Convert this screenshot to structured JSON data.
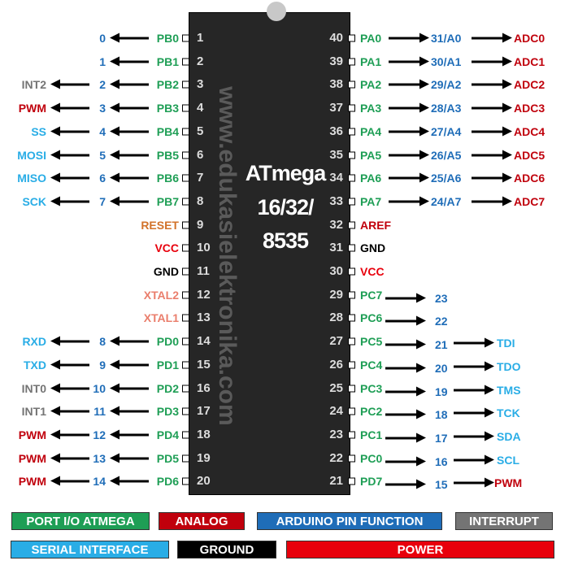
{
  "chip": {
    "title1": "ATmega",
    "title2": "16/32/",
    "title3": "8535",
    "watermark": "www.edukasielektronika.com"
  },
  "colors": {
    "port": "#1e9e55",
    "analog": "#c0000c",
    "arduino": "#1f6db8",
    "interrupt": "#747474",
    "serial": "#29ade6",
    "ground": "#000000",
    "power": "#e8000c",
    "reset": "#d2722a",
    "xtal": "#ea7e6c"
  },
  "left_pins": [
    {
      "pin": "1",
      "port": "PB0",
      "arduino": "0",
      "func": "",
      "cat": "port"
    },
    {
      "pin": "2",
      "port": "PB1",
      "arduino": "1",
      "func": "",
      "cat": "port"
    },
    {
      "pin": "3",
      "port": "PB2",
      "arduino": "2",
      "func": "INT2",
      "fcat": "interrupt",
      "cat": "port"
    },
    {
      "pin": "4",
      "port": "PB3",
      "arduino": "3",
      "func": "PWM",
      "fcat": "analog",
      "cat": "port"
    },
    {
      "pin": "5",
      "port": "PB4",
      "arduino": "4",
      "func": "SS",
      "fcat": "serial",
      "cat": "port"
    },
    {
      "pin": "6",
      "port": "PB5",
      "arduino": "5",
      "func": "MOSI",
      "fcat": "serial",
      "cat": "port"
    },
    {
      "pin": "7",
      "port": "PB6",
      "arduino": "6",
      "func": "MISO",
      "fcat": "serial",
      "cat": "port"
    },
    {
      "pin": "8",
      "port": "PB7",
      "arduino": "7",
      "func": "SCK",
      "fcat": "serial",
      "cat": "port"
    },
    {
      "pin": "9",
      "port": "RESET",
      "arduino": "",
      "func": "",
      "cat": "reset"
    },
    {
      "pin": "10",
      "port": "VCC",
      "arduino": "",
      "func": "",
      "cat": "power"
    },
    {
      "pin": "11",
      "port": "GND",
      "arduino": "",
      "func": "",
      "cat": "ground"
    },
    {
      "pin": "12",
      "port": "XTAL2",
      "arduino": "",
      "func": "",
      "cat": "xtal"
    },
    {
      "pin": "13",
      "port": "XTAL1",
      "arduino": "",
      "func": "",
      "cat": "xtal"
    },
    {
      "pin": "14",
      "port": "PD0",
      "arduino": "8",
      "func": "RXD",
      "fcat": "serial",
      "cat": "port"
    },
    {
      "pin": "15",
      "port": "PD1",
      "arduino": "9",
      "func": "TXD",
      "fcat": "serial",
      "cat": "port"
    },
    {
      "pin": "16",
      "port": "PD2",
      "arduino": "10",
      "func": "INT0",
      "fcat": "interrupt",
      "cat": "port"
    },
    {
      "pin": "17",
      "port": "PD3",
      "arduino": "11",
      "func": "INT1",
      "fcat": "interrupt",
      "cat": "port"
    },
    {
      "pin": "18",
      "port": "PD4",
      "arduino": "12",
      "func": "PWM",
      "fcat": "analog",
      "cat": "port"
    },
    {
      "pin": "19",
      "port": "PD5",
      "arduino": "13",
      "func": "PWM",
      "fcat": "analog",
      "cat": "port"
    },
    {
      "pin": "20",
      "port": "PD6",
      "arduino": "14",
      "func": "PWM",
      "fcat": "analog",
      "cat": "port"
    }
  ],
  "right_pins": [
    {
      "pin": "40",
      "port": "PA0",
      "arduino": "31/A0",
      "func": "ADC0",
      "fcat": "analog",
      "cat": "port"
    },
    {
      "pin": "39",
      "port": "PA1",
      "arduino": "30/A1",
      "func": "ADC1",
      "fcat": "analog",
      "cat": "port"
    },
    {
      "pin": "38",
      "port": "PA2",
      "arduino": "29/A2",
      "func": "ADC2",
      "fcat": "analog",
      "cat": "port"
    },
    {
      "pin": "37",
      "port": "PA3",
      "arduino": "28/A3",
      "func": "ADC3",
      "fcat": "analog",
      "cat": "port"
    },
    {
      "pin": "36",
      "port": "PA4",
      "arduino": "27/A4",
      "func": "ADC4",
      "fcat": "analog",
      "cat": "port"
    },
    {
      "pin": "35",
      "port": "PA5",
      "arduino": "26/A5",
      "func": "ADC5",
      "fcat": "analog",
      "cat": "port"
    },
    {
      "pin": "34",
      "port": "PA6",
      "arduino": "25/A6",
      "func": "ADC6",
      "fcat": "analog",
      "cat": "port"
    },
    {
      "pin": "33",
      "port": "PA7",
      "arduino": "24/A7",
      "func": "ADC7",
      "fcat": "analog",
      "cat": "port"
    },
    {
      "pin": "32",
      "port": "AREF",
      "arduino": "",
      "func": "",
      "cat": "analog"
    },
    {
      "pin": "31",
      "port": "GND",
      "arduino": "",
      "func": "",
      "cat": "ground"
    },
    {
      "pin": "30",
      "port": "VCC",
      "arduino": "",
      "func": "",
      "cat": "power"
    },
    {
      "pin": "29",
      "port": "PC7",
      "arduino": "23",
      "func": "",
      "cat": "port"
    },
    {
      "pin": "28",
      "port": "PC6",
      "arduino": "22",
      "func": "",
      "cat": "port"
    },
    {
      "pin": "27",
      "port": "PC5",
      "arduino": "21",
      "func": "TDI",
      "fcat": "serial",
      "cat": "port"
    },
    {
      "pin": "26",
      "port": "PC4",
      "arduino": "20",
      "func": "TDO",
      "fcat": "serial",
      "cat": "port"
    },
    {
      "pin": "25",
      "port": "PC3",
      "arduino": "19",
      "func": "TMS",
      "fcat": "serial",
      "cat": "port"
    },
    {
      "pin": "24",
      "port": "PC2",
      "arduino": "18",
      "func": "TCK",
      "fcat": "serial",
      "cat": "port"
    },
    {
      "pin": "23",
      "port": "PC1",
      "arduino": "17",
      "func": "SDA",
      "fcat": "serial",
      "cat": "port"
    },
    {
      "pin": "22",
      "port": "PC0",
      "arduino": "16",
      "func": "SCL",
      "fcat": "serial",
      "cat": "port"
    },
    {
      "pin": "21",
      "port": "PD7",
      "arduino": "15",
      "func": "PWM",
      "fcat": "analog",
      "cat": "port"
    }
  ],
  "legend": [
    {
      "label": "PORT I/O ATMEGA",
      "cat": "port"
    },
    {
      "label": "ANALOG",
      "cat": "analog"
    },
    {
      "label": "ARDUINO PIN FUNCTION",
      "cat": "arduino"
    },
    {
      "label": "INTERRUPT",
      "cat": "interrupt"
    },
    {
      "label": "SERIAL INTERFACE",
      "cat": "serial"
    },
    {
      "label": "GROUND",
      "cat": "ground"
    },
    {
      "label": "POWER",
      "cat": "power"
    }
  ]
}
